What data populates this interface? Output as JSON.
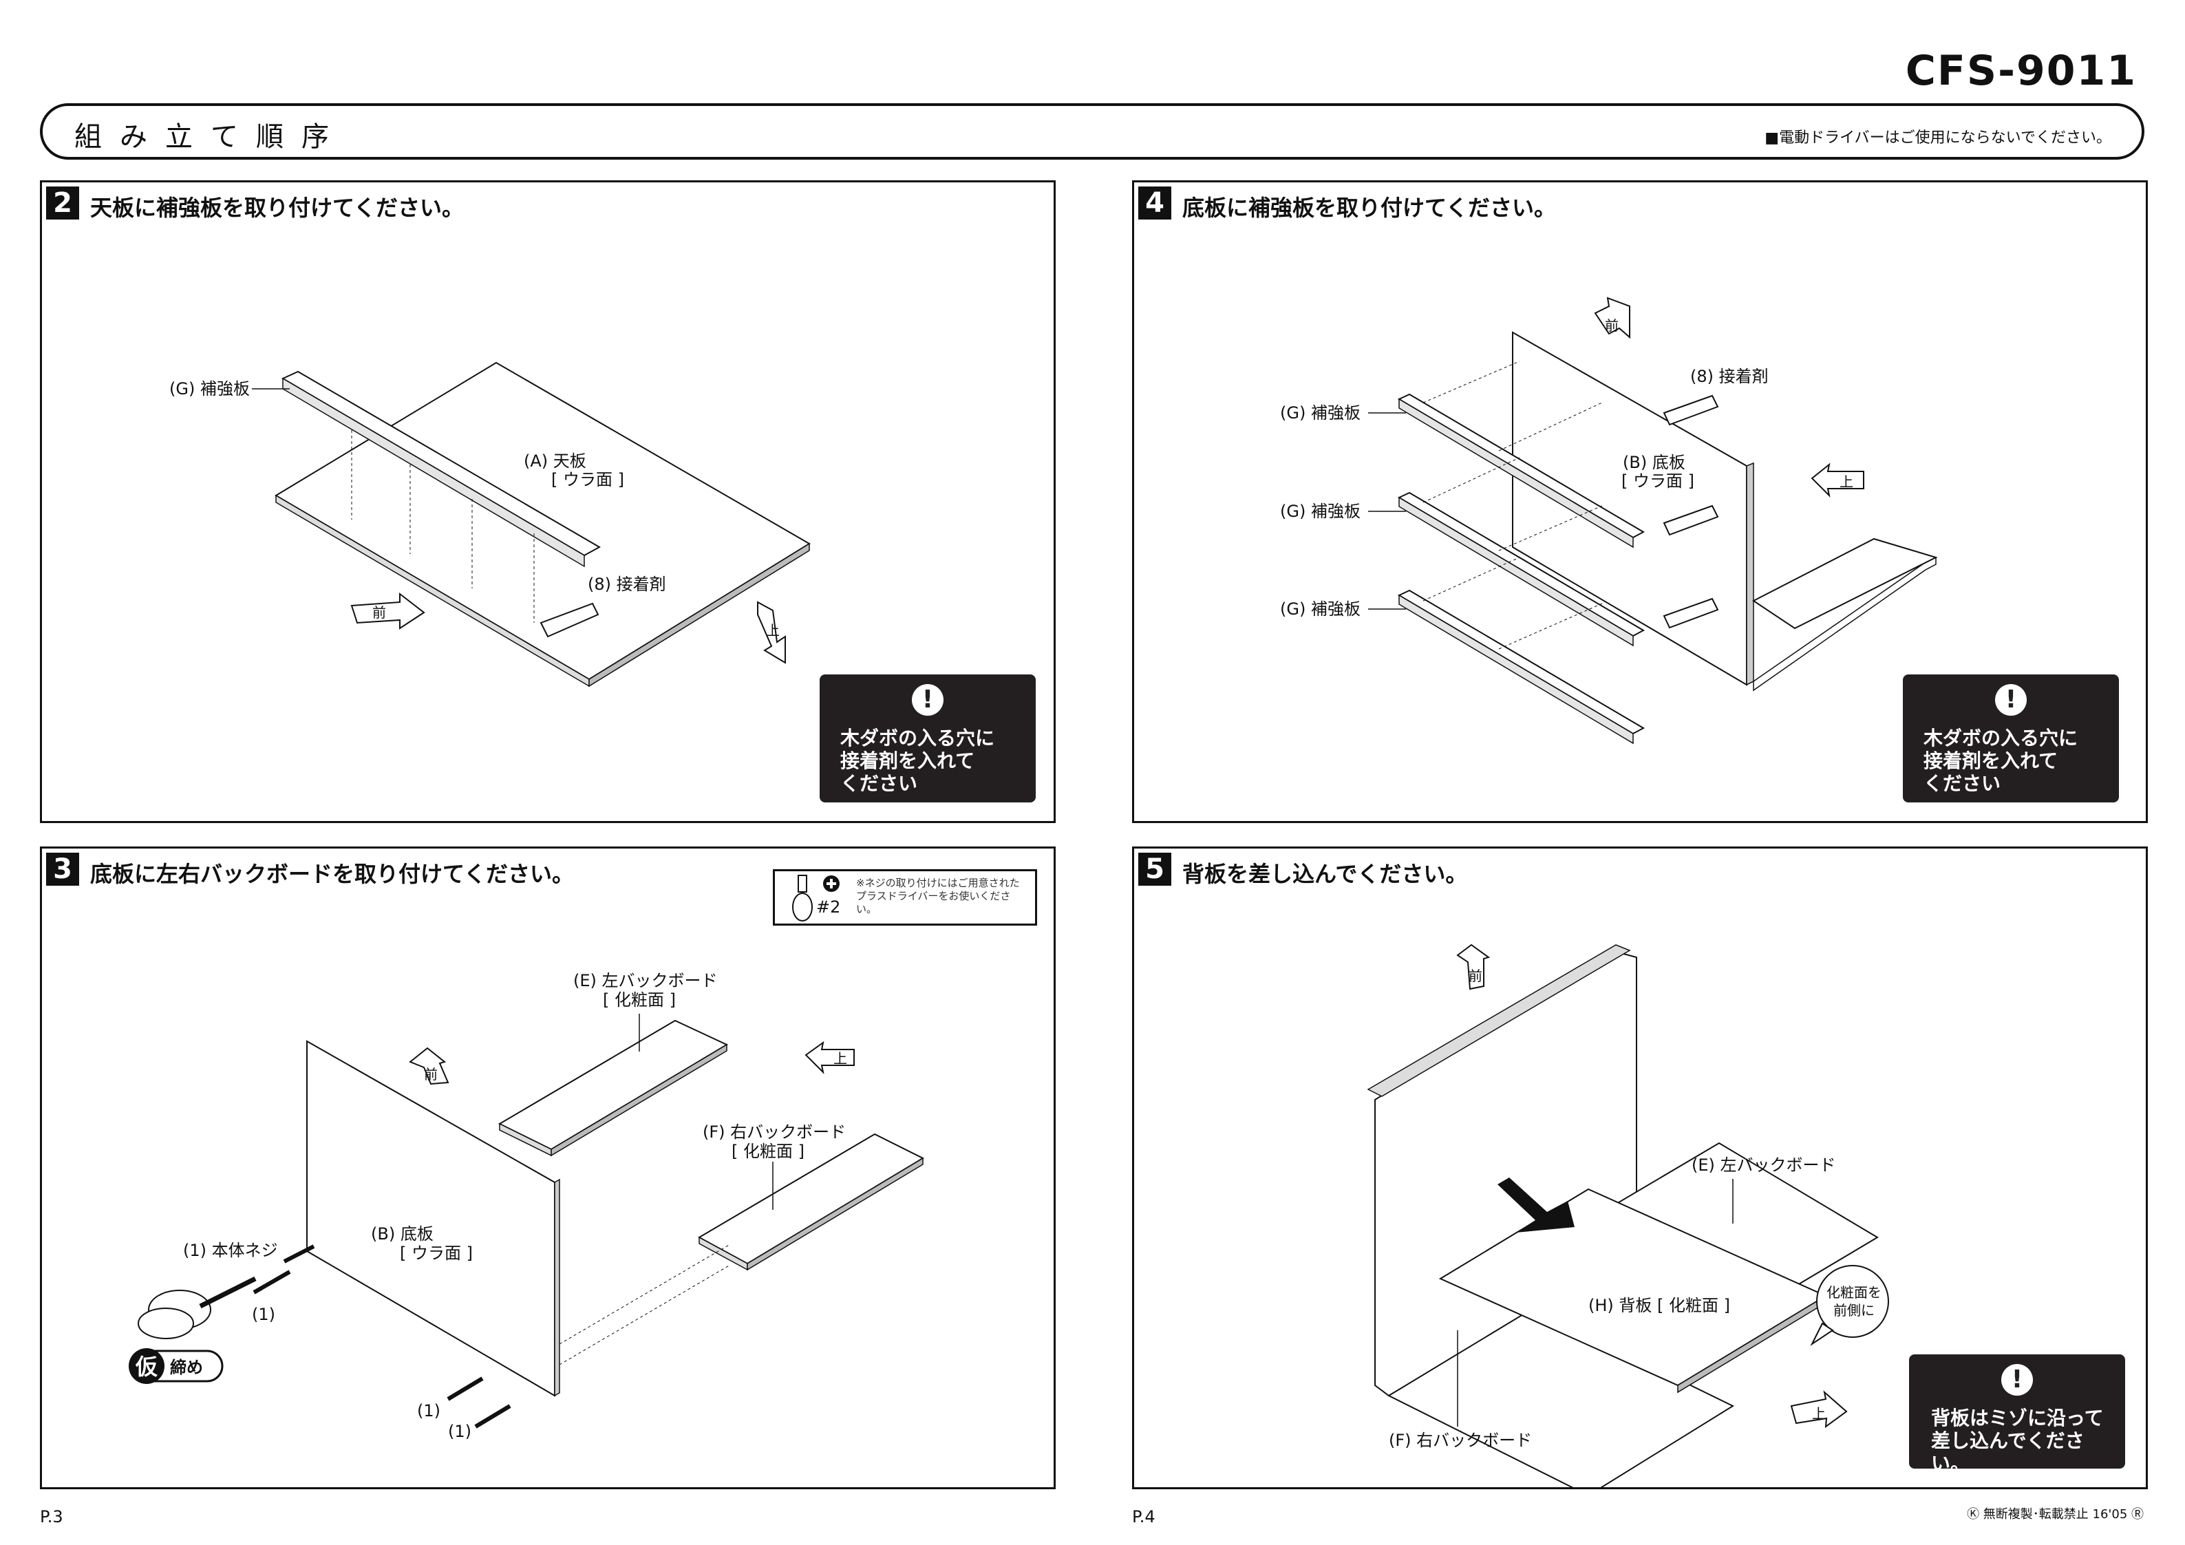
{
  "header": {
    "model": "CFS-9011",
    "title": "組み立て順序",
    "note": "■電動ドライバーはご使用にならないでください。"
  },
  "steps": [
    {
      "number": "2",
      "title": "天板に補強板を取り付けてください。",
      "labels": {
        "reinforce": "(G) 補強板",
        "part_a": "(A) 天板",
        "part_a_side": "[ ウラ面 ]",
        "glue": "(8) 接着剤",
        "front": "前",
        "top": "上"
      },
      "warning": [
        "木ダボの入る穴に",
        "接着剤を入れて",
        "ください"
      ]
    },
    {
      "number": "3",
      "title": "底板に左右バックボードを取り付けてください。",
      "tool": {
        "size": "#2",
        "note": "※ネジの取り付けにはご用意されたプラスドライバーをお使いください。"
      },
      "labels": {
        "left_board": "(E) 左バックボード",
        "left_board_side": "[ 化粧面 ]",
        "right_board": "(F) 右バックボード",
        "right_board_side": "[ 化粧面 ]",
        "part_b": "(B) 底板",
        "part_b_side": "[ ウラ面 ]",
        "screw": "(1) 本体ネジ",
        "screw_1": "(1)",
        "screw_2": "(1)",
        "screw_3": "(1)",
        "temp_kanji": "仮",
        "temp_text": "締め",
        "front": "前",
        "top": "上"
      }
    },
    {
      "number": "4",
      "title": "底板に補強板を取り付けてください。",
      "labels": {
        "reinforce_1": "(G) 補強板",
        "reinforce_2": "(G) 補強板",
        "reinforce_3": "(G) 補強板",
        "glue": "(8) 接着剤",
        "part_b": "(B) 底板",
        "part_b_side": "[ ウラ面 ]",
        "front": "前",
        "top": "上"
      },
      "warning": [
        "木ダボの入る穴に",
        "接着剤を入れて",
        "ください"
      ]
    },
    {
      "number": "5",
      "title": "背板を差し込んでください。",
      "labels": {
        "left_board": "(E) 左バックボード",
        "back_board": "(H) 背板 [ 化粧面 ]",
        "right_board": "(F) 右バックボード",
        "callout_1": "化粧面を",
        "callout_2": "前側に",
        "front": "前",
        "top": "上"
      },
      "warning": [
        "背板はミゾに沿って",
        "差し込んでください。"
      ]
    }
  ],
  "footer": {
    "page_left": "P.3",
    "page_right": "P.4",
    "copyright": "Ⓚ 無断複製･転載禁止 16'05 Ⓡ"
  }
}
